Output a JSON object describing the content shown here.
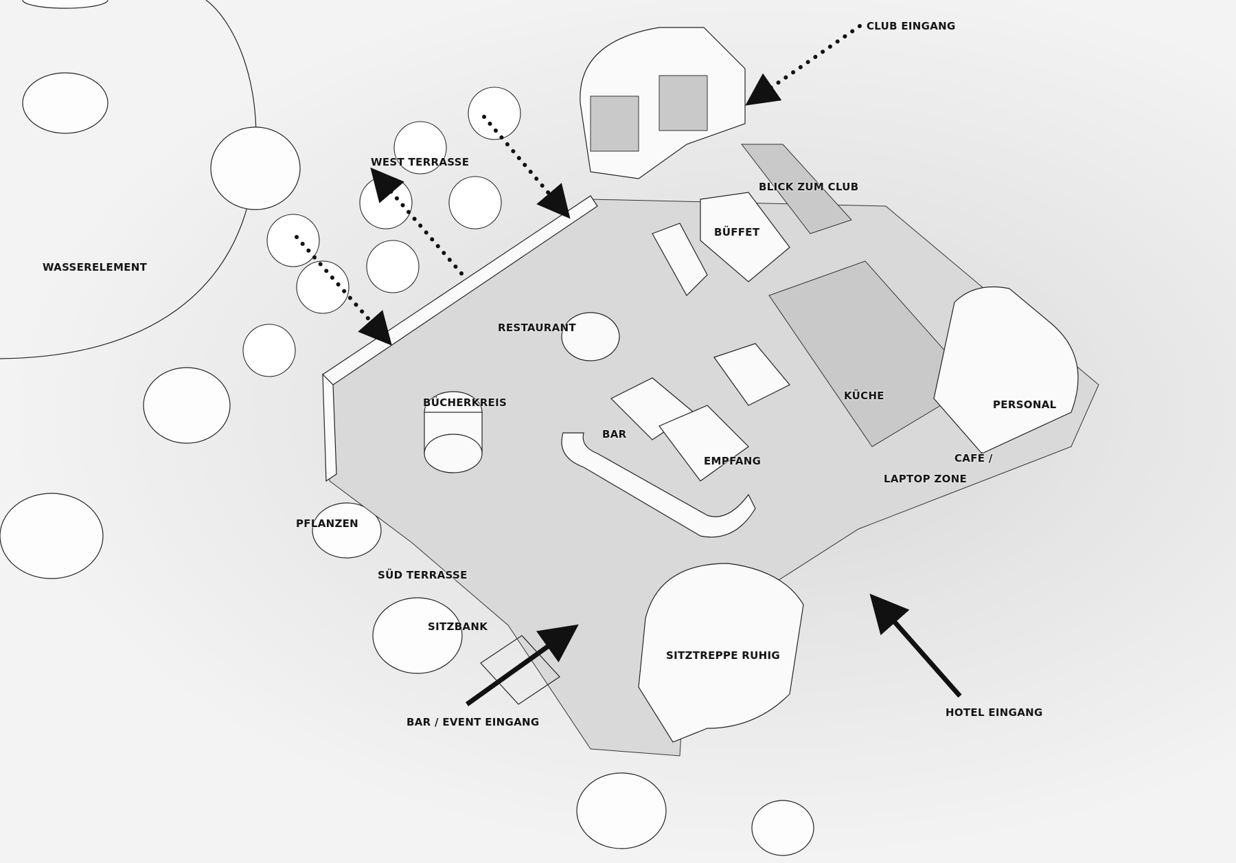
{
  "diagram": {
    "type": "axonometric floor plan",
    "labels": {
      "club_eingang": "CLUB EINGANG",
      "west_terrasse": "WEST TERRASSE",
      "blick_zum_club": "BLICK ZUM CLUB",
      "bueffet": "BÜFFET",
      "wasserelement": "WASSERELEMENT",
      "restaurant": "RESTAURANT",
      "buecherkreis": "BÜCHERKREIS",
      "bar": "BAR",
      "empfang": "EMPFANG",
      "kueche": "KÜCHE",
      "personal": "PERSONAL",
      "cafe": "CAFÉ /",
      "laptop_zone": "LAPTOP ZONE",
      "pflanzen": "PFLANZEN",
      "sued_terrasse": "SÜD TERRASSE",
      "sitzbank": "SITZBANK",
      "sitztreppe_ruhig": "SITZTREPPE RUHIG",
      "bar_event_eingang": "BAR / EVENT EINGANG",
      "hotel_eingang": "HOTEL EINGANG"
    },
    "arrows": [
      {
        "name": "club-entrance-arrow",
        "style": "dotted",
        "target": "CLUB EINGANG"
      },
      {
        "name": "west-terrace-arrow-1",
        "style": "dotted"
      },
      {
        "name": "west-terrace-arrow-2",
        "style": "dotted"
      },
      {
        "name": "west-terrace-arrow-3",
        "style": "dotted"
      },
      {
        "name": "bar-event-entrance-arrow",
        "style": "solid",
        "target": "BAR / EVENT EINGANG"
      },
      {
        "name": "hotel-entrance-arrow",
        "style": "solid",
        "target": "HOTEL EINGANG"
      }
    ],
    "colors": {
      "background": "#f3f3f3",
      "ink": "#151515",
      "floor": "#d9d9d9"
    }
  }
}
